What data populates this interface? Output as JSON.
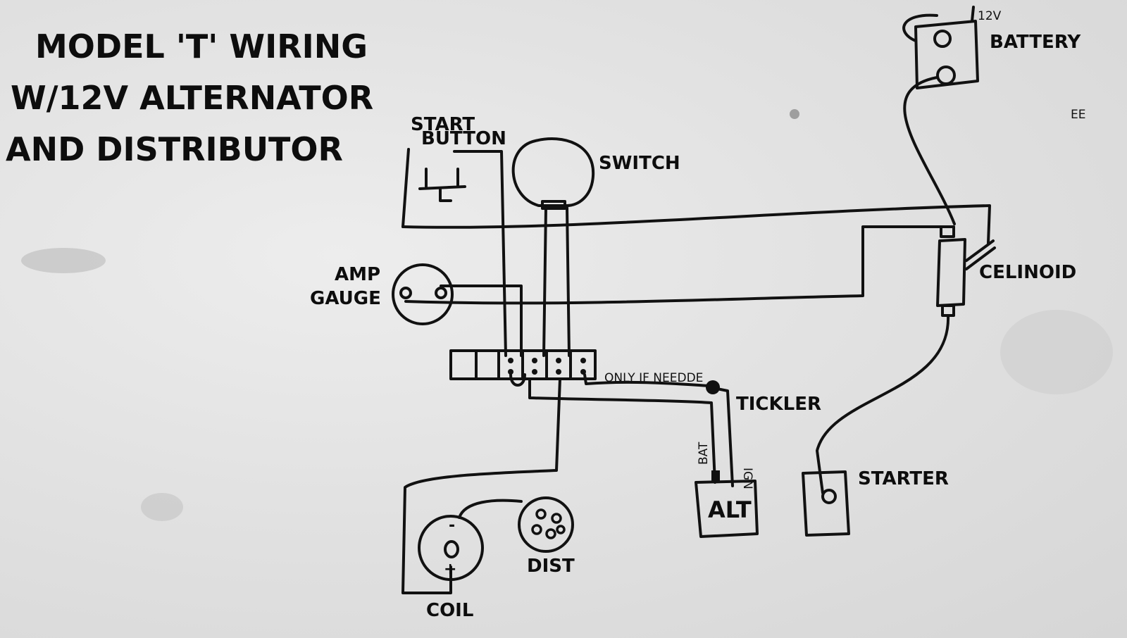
{
  "title": {
    "line1": "MODEL 'T' WIRING",
    "line2": "W/12V ALTERNATOR",
    "line3": "AND DISTRIBUTOR"
  },
  "labels": {
    "start_button_1": "START",
    "start_button_2": "BUTTON",
    "switch": "SWITCH",
    "amp_gauge_1": "AMP",
    "amp_gauge_2": "GAUGE",
    "battery": "BATTERY",
    "battery_voltage": "12V",
    "solenoid": "CELINOID",
    "only_if_needed": "ONLY IF NEEDDE",
    "tickler": "TICKLER",
    "bat": "BAT",
    "ign": "IGN",
    "alt": "ALT",
    "starter": "STARTER",
    "dist": "DIST",
    "coil": "COIL",
    "coil_minus": "-",
    "coil_plus": "+",
    "initials": "EE"
  }
}
